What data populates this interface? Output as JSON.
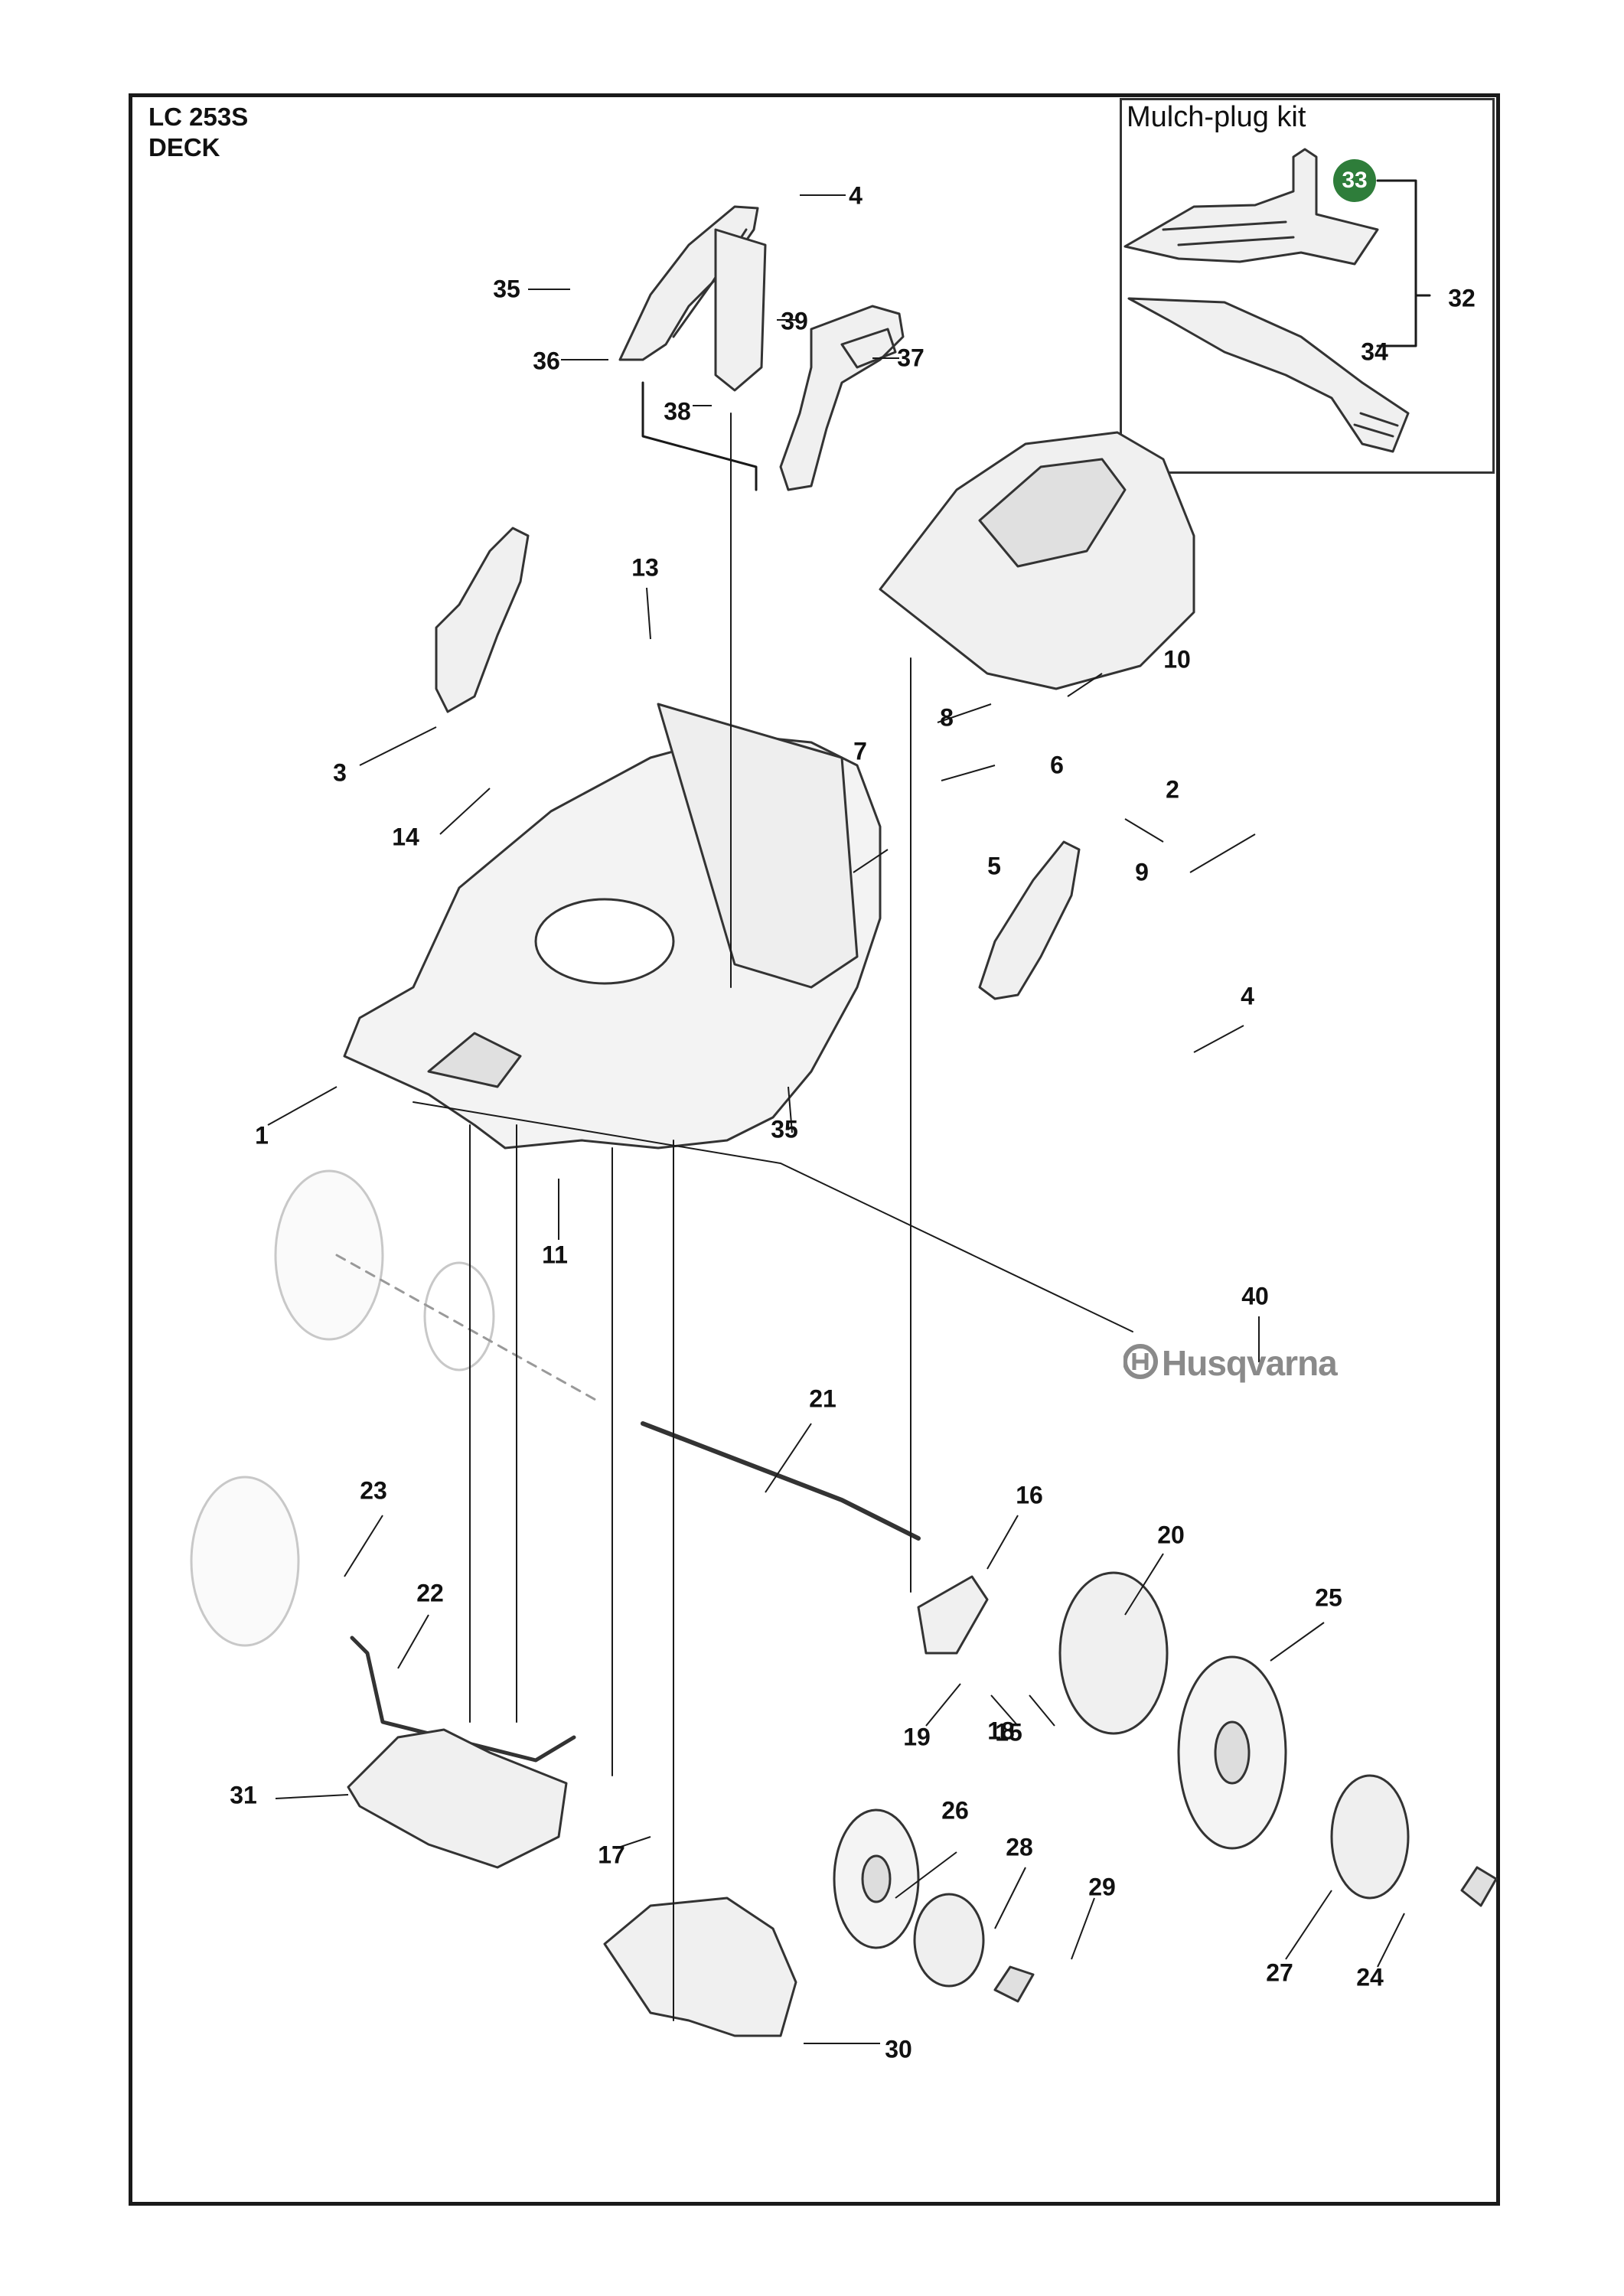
{
  "header": {
    "model": "LC 253S",
    "section": "DECK"
  },
  "kit_box": {
    "title": "Mulch-plug kit",
    "badge": "33"
  },
  "logo": {
    "brand": "Husqvarna",
    "color": "#8a8a8a"
  },
  "colors": {
    "line": "#1a1a1a",
    "part_stroke": "#333333",
    "part_fill": "#f0f0f0",
    "badge": "#2e7d3a"
  },
  "callouts": [
    {
      "id": "c1",
      "text": "1"
    },
    {
      "id": "c2",
      "text": "2"
    },
    {
      "id": "c3",
      "text": "3"
    },
    {
      "id": "c4a",
      "text": "4"
    },
    {
      "id": "c4b",
      "text": "4"
    },
    {
      "id": "c5",
      "text": "5"
    },
    {
      "id": "c6",
      "text": "6"
    },
    {
      "id": "c7",
      "text": "7"
    },
    {
      "id": "c8",
      "text": "8"
    },
    {
      "id": "c9",
      "text": "9"
    },
    {
      "id": "c10",
      "text": "10"
    },
    {
      "id": "c11",
      "text": "11"
    },
    {
      "id": "c13",
      "text": "13"
    },
    {
      "id": "c14",
      "text": "14"
    },
    {
      "id": "c15",
      "text": "15"
    },
    {
      "id": "c16",
      "text": "16"
    },
    {
      "id": "c17",
      "text": "17"
    },
    {
      "id": "c18",
      "text": "18"
    },
    {
      "id": "c19",
      "text": "19"
    },
    {
      "id": "c20",
      "text": "20"
    },
    {
      "id": "c21",
      "text": "21"
    },
    {
      "id": "c22",
      "text": "22"
    },
    {
      "id": "c23",
      "text": "23"
    },
    {
      "id": "c24",
      "text": "24"
    },
    {
      "id": "c25",
      "text": "25"
    },
    {
      "id": "c26",
      "text": "26"
    },
    {
      "id": "c27",
      "text": "27"
    },
    {
      "id": "c28",
      "text": "28"
    },
    {
      "id": "c29",
      "text": "29"
    },
    {
      "id": "c30",
      "text": "30"
    },
    {
      "id": "c31",
      "text": "31"
    },
    {
      "id": "c32",
      "text": "32"
    },
    {
      "id": "c34",
      "text": "34"
    },
    {
      "id": "c35a",
      "text": "35"
    },
    {
      "id": "c35b",
      "text": "35"
    },
    {
      "id": "c36",
      "text": "36"
    },
    {
      "id": "c37",
      "text": "37"
    },
    {
      "id": "c38",
      "text": "38"
    },
    {
      "id": "c39",
      "text": "39"
    },
    {
      "id": "c40",
      "text": "40"
    }
  ]
}
